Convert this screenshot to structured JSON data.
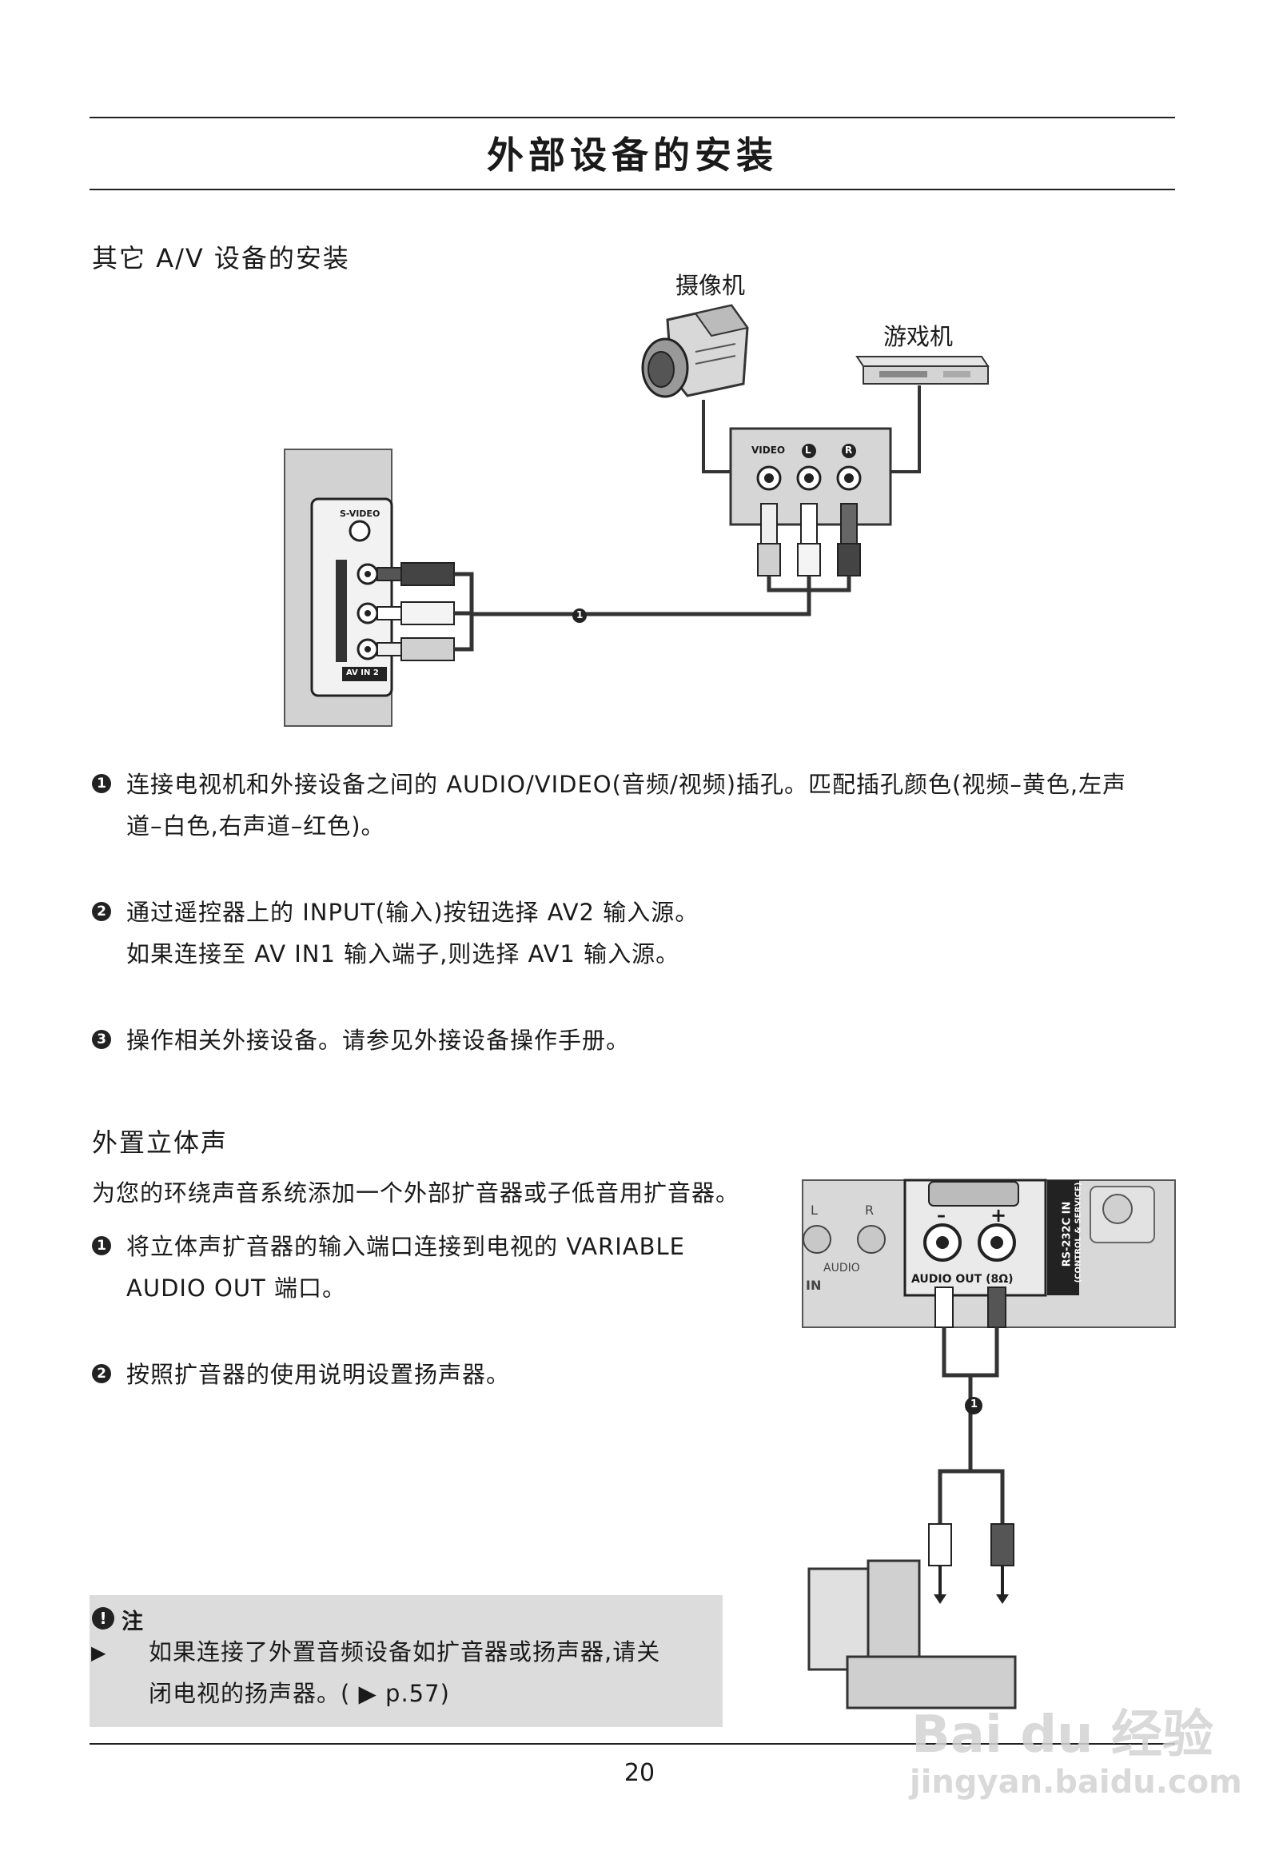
{
  "page": {
    "title": "外部设备的安装",
    "page_number": "20"
  },
  "section_av": {
    "heading": "其它 A/V 设备的安装",
    "diagram_labels": {
      "camcorder": "摄像机",
      "game_console": "游戏机",
      "jack_video": "VIDEO",
      "jack_l": "L",
      "jack_r": "R",
      "tv_svideo": "S-VIDEO",
      "tv_av_in": "AV IN 2",
      "callout": "1"
    },
    "steps": [
      {
        "num": "1",
        "lines": [
          "连接电视机和外接设备之间的 AUDIO/VIDEO(音频/视频)插孔。匹配插孔颜色(视频–黄色,左声",
          "道–白色,右声道–红色)。"
        ]
      },
      {
        "num": "2",
        "lines": [
          "通过遥控器上的 INPUT(输入)按钮选择 AV2 输入源。",
          "如果连接至 AV IN1 输入端子,则选择 AV1 输入源。"
        ]
      },
      {
        "num": "3",
        "lines": [
          "操作相关外接设备。请参见外接设备操作手册。"
        ]
      }
    ]
  },
  "section_stereo": {
    "heading": "外置立体声",
    "intro": "为您的环绕声音系统添加一个外部扩音器或子低音用扩音器。",
    "steps": [
      {
        "num": "1",
        "lines": [
          "将立体声扩音器的输入端口连接到电视的 VARIABLE",
          "AUDIO OUT 端口。"
        ]
      },
      {
        "num": "2",
        "lines": [
          "按照扩音器的使用说明设置扬声器。"
        ]
      }
    ],
    "diagram_labels": {
      "minus": "–",
      "plus": "+",
      "l": "L",
      "r": "R",
      "audio": "AUDIO",
      "in": "IN",
      "audio_out": "AUDIO OUT (8Ω)",
      "rs232": "RS-232C IN",
      "rs232_sub": "(CONTROL & SERVICE)",
      "callout": "1"
    }
  },
  "note": {
    "icon": "!",
    "title": "注",
    "arrow": "▶",
    "lines": [
      "如果连接了外置音频设备如扩音器或扬声器,请关",
      "闭电视的扬声器。( ▶ p.57)"
    ]
  },
  "watermark": {
    "brand": "Bai du 经验",
    "url": "jingyan.baidu.com"
  }
}
